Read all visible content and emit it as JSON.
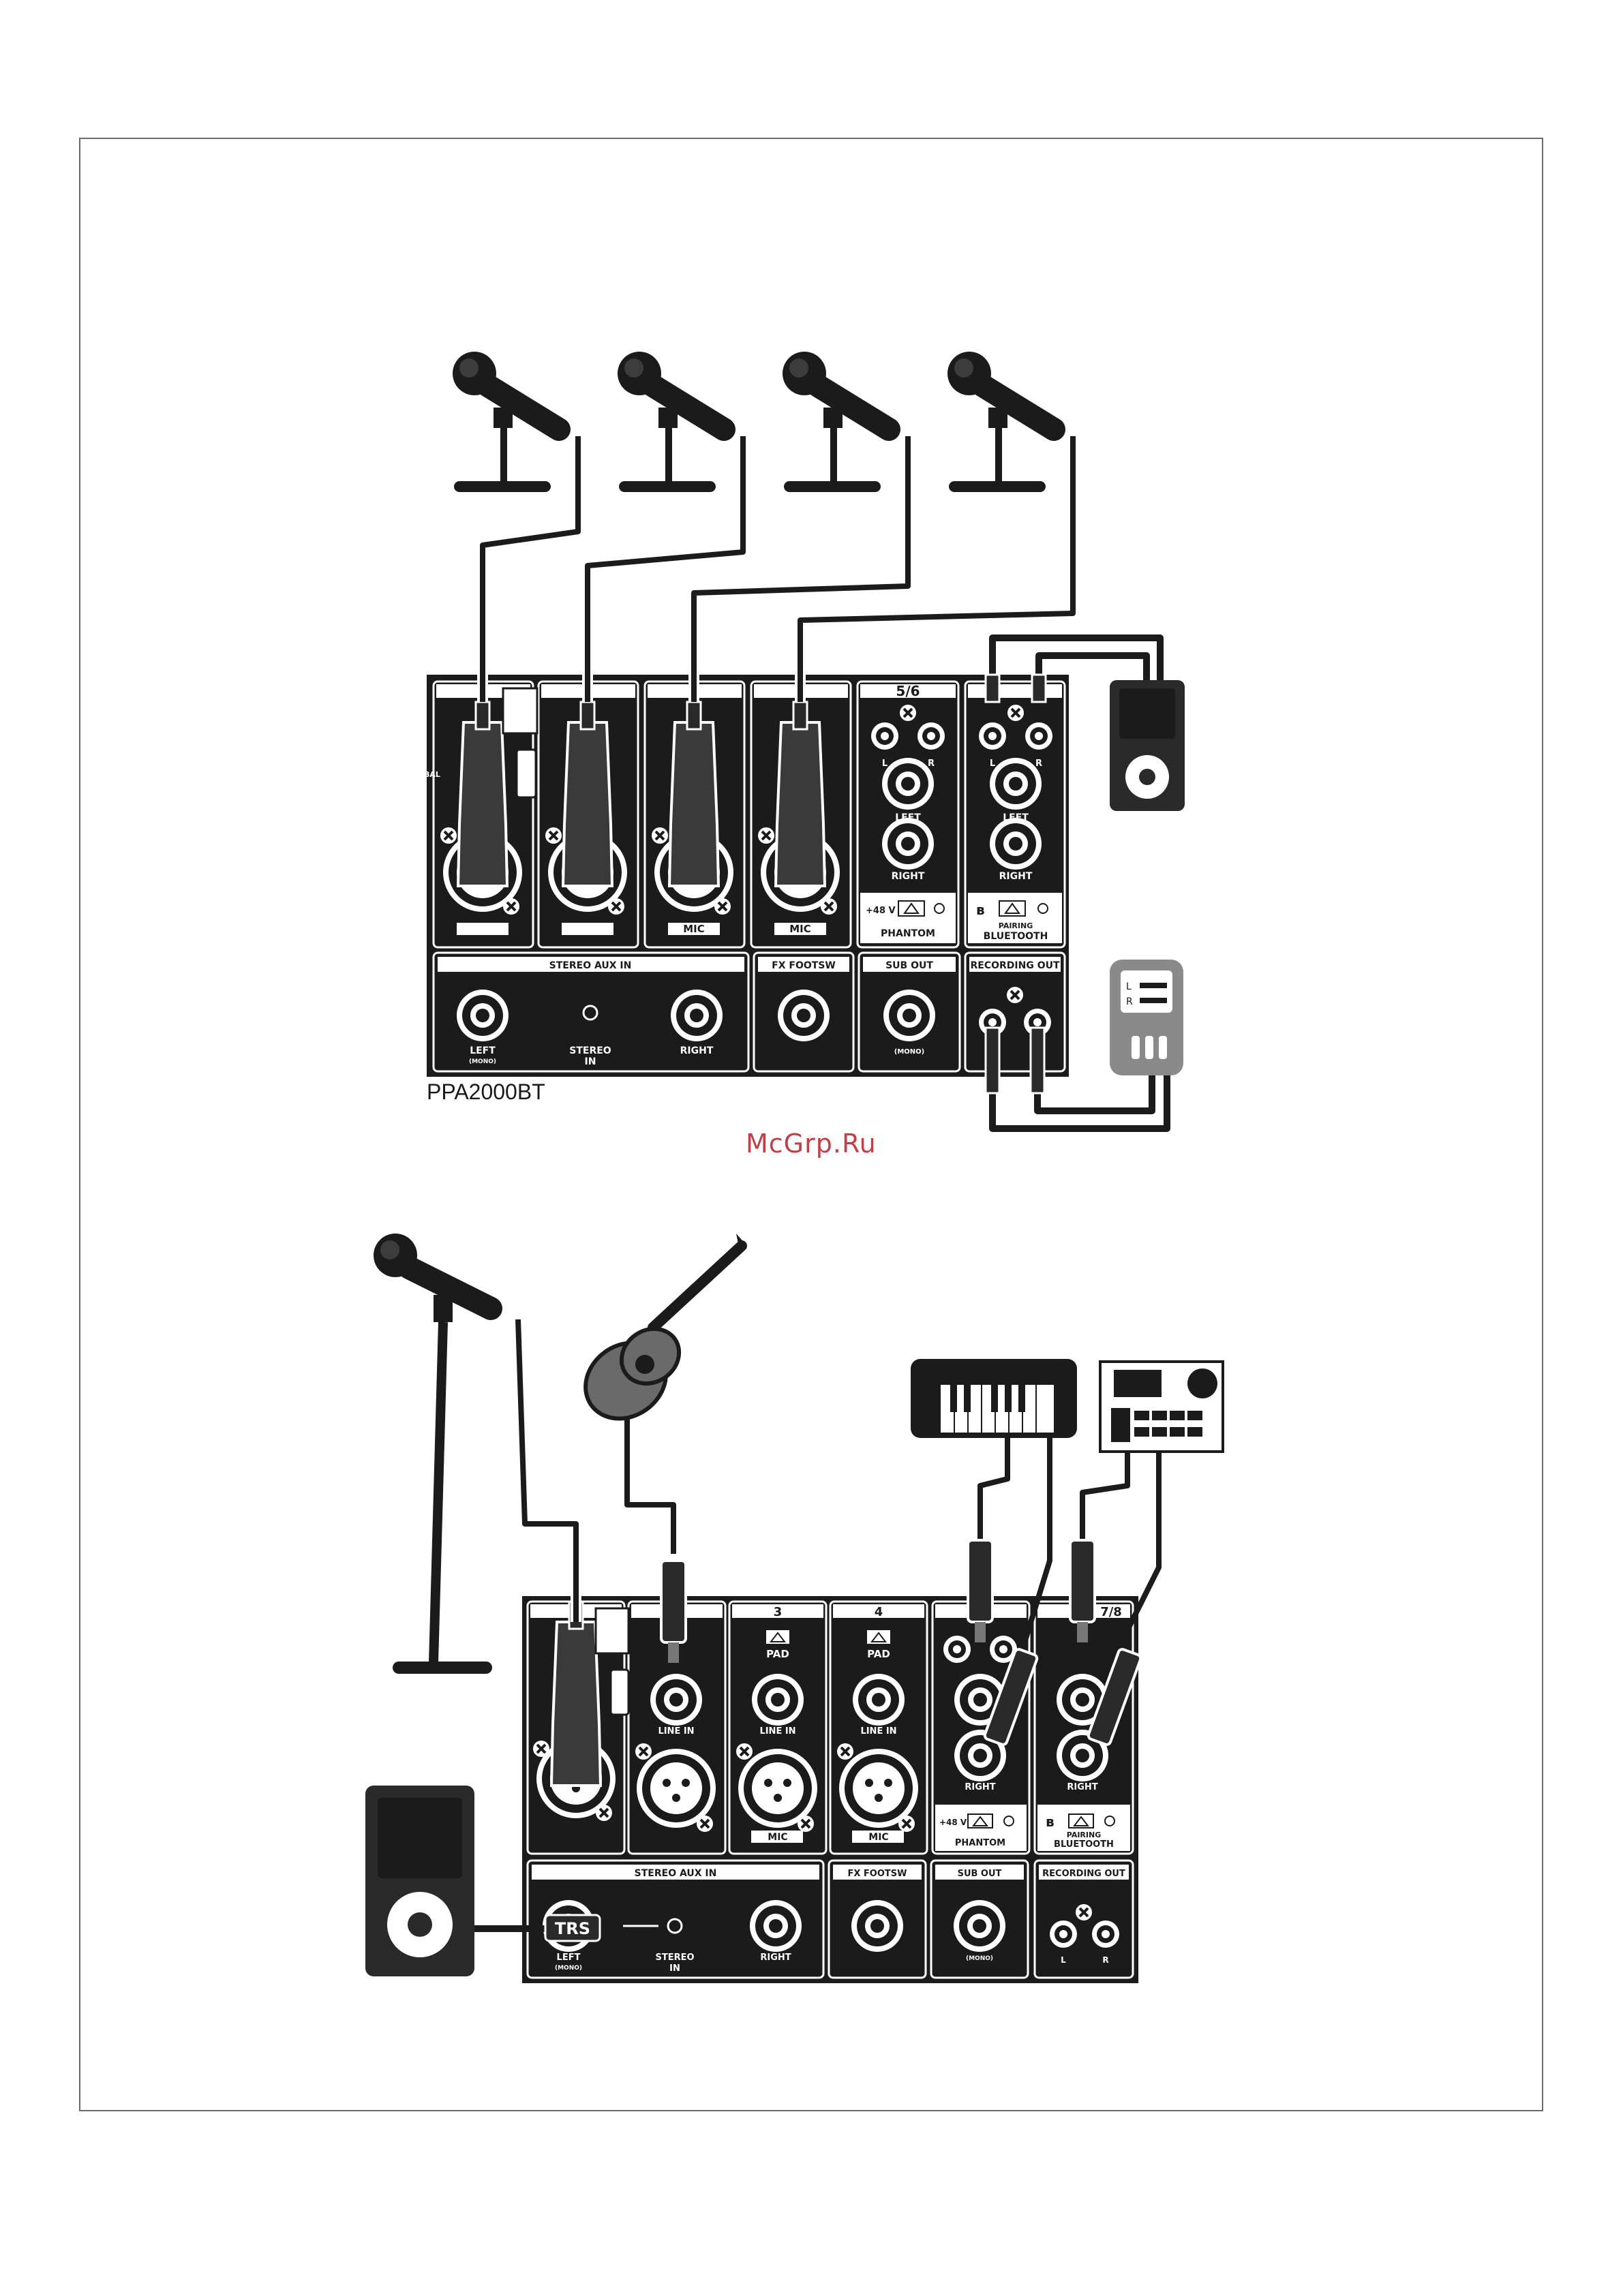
{
  "model": "PPA2000BT",
  "watermark": "McGrp.Ru",
  "diagram1": {
    "channel_headers": [
      "5/6"
    ],
    "labels": {
      "bal": "BAL\nOR\nUNBAL",
      "mic": "MIC",
      "left": "LEFT",
      "right": "RIGHT",
      "l": "L",
      "r": "R",
      "phantom": "PHANTOM",
      "plus48": "+48 V",
      "pairing": "PAIRING",
      "bluetooth": "BLUETOOTH",
      "stereo_aux_in": "STEREO AUX IN",
      "fx_footsw": "FX FOOTSW",
      "sub_out": "SUB OUT",
      "recording_out": "RECORDING OUT",
      "left_mono": "LEFT",
      "mono_small": "(MONO)",
      "stereo_in": "STEREO\nIN",
      "recorder_l": "L",
      "recorder_r": "R"
    }
  },
  "diagram2": {
    "channel_headers": [
      "3",
      "4",
      "7/8"
    ],
    "labels": {
      "pad": "PAD",
      "line_in": "LINE IN",
      "mic": "MIC",
      "left": "LEFT",
      "right": "RIGHT",
      "phantom": "PHANTOM",
      "plus48": "+48 V",
      "pairing": "PAIRING",
      "bluetooth": "BLUETOOTH",
      "stereo_aux_in": "STEREO AUX IN",
      "fx_footsw": "FX FOOTSW",
      "sub_out": "SUB OUT",
      "recording_out": "RECORDING OUT",
      "trs": "TRS",
      "left_mono": "LEFT",
      "mono_small": "(MONO)",
      "stereo_in": "STEREO\nIN",
      "l": "L",
      "r": "R"
    }
  },
  "colors": {
    "panel": "#1b1b1b",
    "cable": "#2a2a2a",
    "device": "#3a3a3a",
    "device_light": "#8a8a8a",
    "watermark": "#c0404a"
  }
}
